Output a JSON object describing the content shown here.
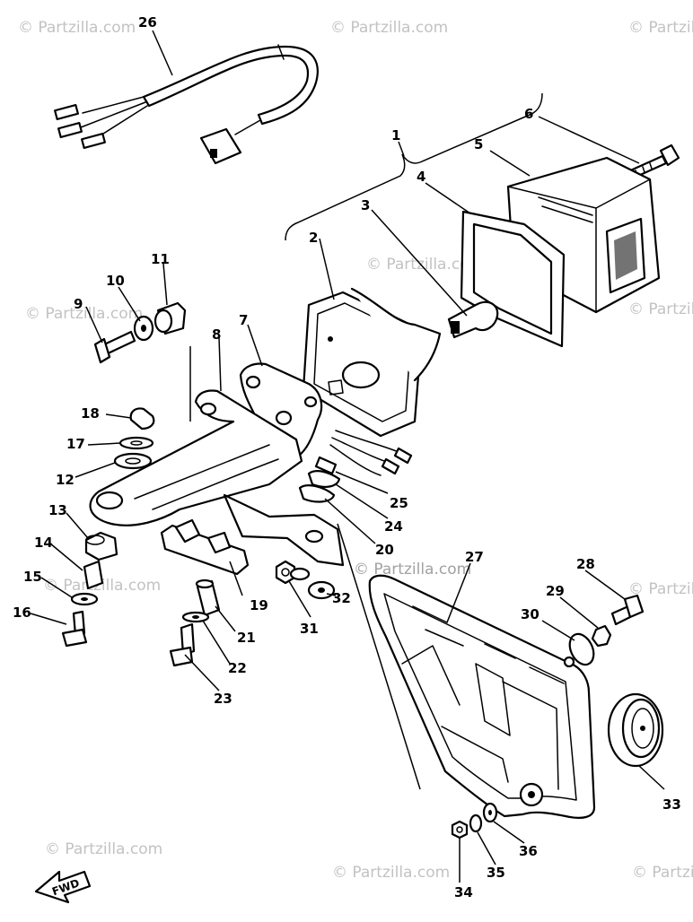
{
  "watermark": "© Partzilla.com",
  "fwd_label": "FWD",
  "part_numbers": {
    "p1": "1",
    "p2": "2",
    "p3": "3",
    "p4": "4",
    "p5": "5",
    "p6": "6",
    "p7": "7",
    "p8": "8",
    "p9": "9",
    "p10": "10",
    "p11": "11",
    "p12": "12",
    "p13": "13",
    "p14": "14",
    "p15": "15",
    "p16": "16",
    "p17": "17",
    "p18": "18",
    "p19": "19",
    "p20": "20",
    "p21": "21",
    "p22": "22",
    "p23": "23",
    "p24": "24",
    "p25": "25",
    "p26": "26",
    "p27": "27",
    "p28": "28",
    "p29": "29",
    "p30": "30",
    "p31": "31",
    "p32": "32",
    "p33": "33",
    "p34": "34",
    "p35": "35",
    "p36": "36"
  }
}
